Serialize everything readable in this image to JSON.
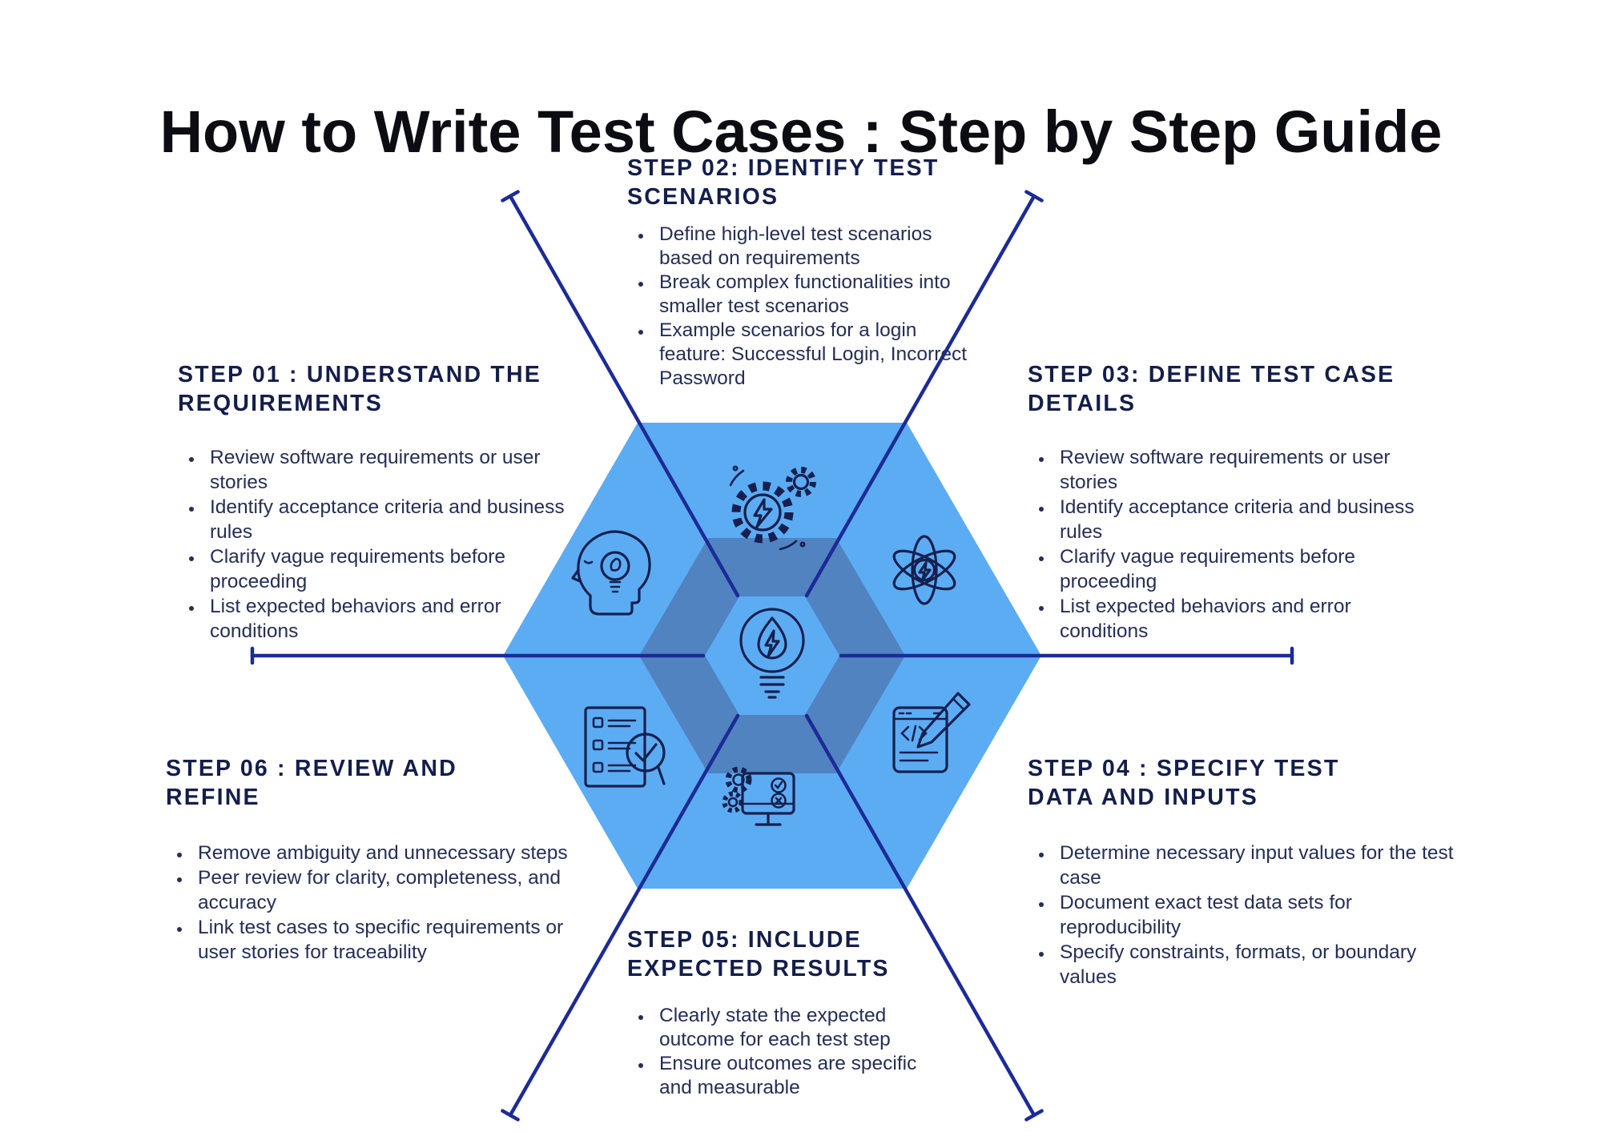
{
  "title": "How to Write Test Cases : Step by Step Guide",
  "colors": {
    "light": "#5CACF4",
    "ring": "#5183C1",
    "spoke": "#1C2B96",
    "icon": "#16204E",
    "heading": "#141E4B",
    "body": "#252E55",
    "title": "#0C0D12",
    "bg": "#FFFFFF"
  },
  "icons": {
    "center": "lightbulb-bolt-icon",
    "top": "gears-icon",
    "left": "head-lightbulb-icon",
    "right": "atom-icon",
    "bottom_left": "checklist-magnifier-icon",
    "bottom_right": "code-editing-icon",
    "bottom_center": "monitor-settings-icon"
  },
  "steps": {
    "step01": {
      "heading": "STEP 01 : UNDERSTAND THE REQUIREMENTS",
      "bullets": [
        "Review software requirements or user stories",
        "Identify acceptance criteria and business rules",
        "Clarify vague requirements before proceeding",
        "List expected behaviors and error conditions"
      ]
    },
    "step02": {
      "heading": "STEP 02: IDENTIFY TEST SCENARIOS",
      "bullets": [
        "Define high-level test scenarios based on requirements",
        "Break complex functionalities into smaller test scenarios",
        "Example scenarios for a login feature: Successful Login, Incorrect Password"
      ]
    },
    "step03": {
      "heading": "STEP 03: DEFINE TEST CASE DETAILS",
      "bullets": [
        "Review software requirements or user stories",
        "Identify acceptance criteria and business rules",
        "Clarify vague requirements before proceeding",
        "List expected behaviors and error conditions"
      ]
    },
    "step04": {
      "heading": "STEP 04 : SPECIFY TEST DATA AND INPUTS",
      "bullets": [
        "Determine necessary input values for the test case",
        "Document exact test data sets for reproducibility",
        "Specify constraints, formats, or boundary values"
      ]
    },
    "step05": {
      "heading": "STEP 05: INCLUDE EXPECTED RESULTS",
      "bullets": [
        "Clearly state the expected outcome for each test step",
        "Ensure outcomes are specific and measurable"
      ]
    },
    "step06": {
      "heading": "STEP 06 : REVIEW AND REFINE",
      "bullets": [
        "Remove ambiguity and unnecessary steps",
        "Peer review for clarity, completeness, and accuracy",
        "Link test cases to specific requirements or user stories for traceability"
      ]
    }
  }
}
